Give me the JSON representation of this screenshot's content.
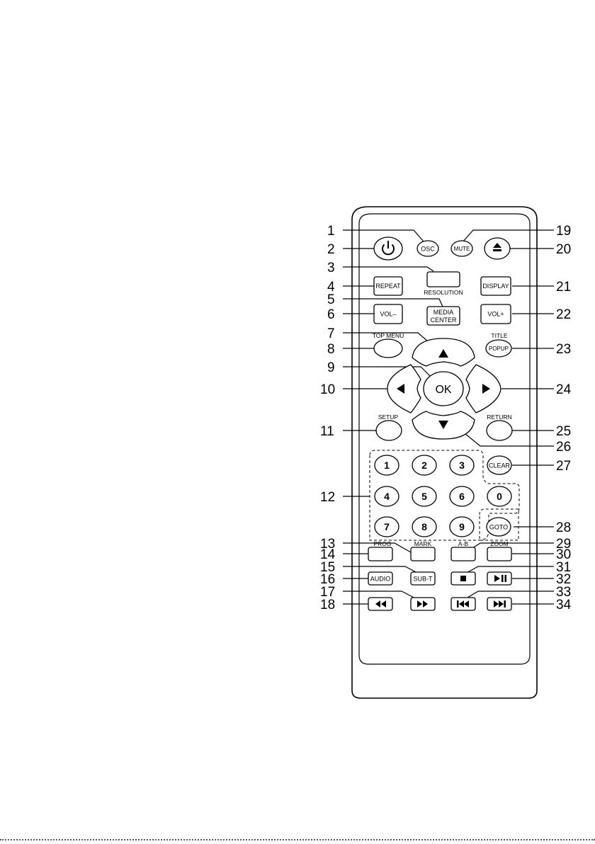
{
  "labels": [
    "1",
    "2",
    "3",
    "4",
    "5",
    "6",
    "7",
    "8",
    "9",
    "10",
    "11",
    "12",
    "13",
    "14",
    "15",
    "16",
    "17",
    "18",
    "19",
    "20",
    "21",
    "22",
    "23",
    "24",
    "25",
    "26",
    "27",
    "28",
    "29",
    "30",
    "31",
    "32",
    "33",
    "34"
  ],
  "buttons": {
    "osc": "OSC",
    "mute": "MUTE",
    "resolution": "RESOLUTION",
    "repeat": "REPEAT",
    "display": "DISPLAY",
    "media": "MEDIA",
    "center": "CENTER",
    "vol_minus": "VOL–",
    "vol_plus": "VOL+",
    "top_menu": "TOP MENU",
    "title": "TITLE",
    "popup": "POPUP",
    "ok": "OK",
    "setup": "SETUP",
    "return": "RETURN",
    "clear": "CLEAR",
    "goto": "GOTO",
    "prog": "PROG",
    "mark": "MARK",
    "ab": "A-B",
    "zoom": "ZOOM",
    "audio": "AUDIO",
    "subt": "SUB-T",
    "digits": [
      "1",
      "2",
      "3",
      "4",
      "5",
      "6",
      "0",
      "7",
      "8",
      "9"
    ]
  },
  "icons": [
    "power-icon",
    "eject-icon",
    "arrow-up-icon",
    "arrow-down-icon",
    "arrow-left-icon",
    "arrow-right-icon",
    "stop-icon",
    "play-pause-icon",
    "rewind-icon",
    "fast-forward-icon",
    "previous-icon",
    "next-icon"
  ]
}
